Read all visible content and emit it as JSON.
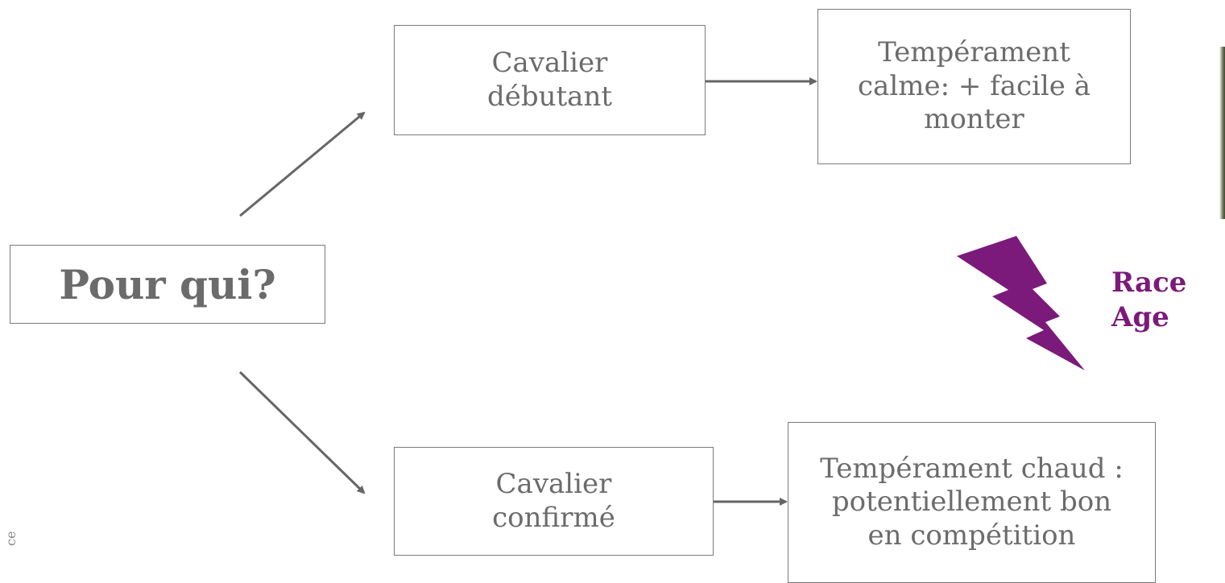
{
  "root": {
    "label": "Pour qui?"
  },
  "branches": [
    {
      "rider": "Cavalier\ndébutant",
      "outcome": "Tempérament\ncalme: + facile à\nmonter"
    },
    {
      "rider": "Cavalier\nconfirmé",
      "outcome": "Tempérament chaud :\npotentiellement bon\nen compétition"
    }
  ],
  "factors": {
    "line1": "Race",
    "line2": "Age"
  },
  "side_text": {
    "fragment": "ce"
  },
  "colors": {
    "box_border": "#7a7a7a",
    "text": "#6b6b6b",
    "arrow": "#666666",
    "accent": "#7b1a7b"
  },
  "icons": {
    "bolt": "lightning-bolt-icon"
  }
}
